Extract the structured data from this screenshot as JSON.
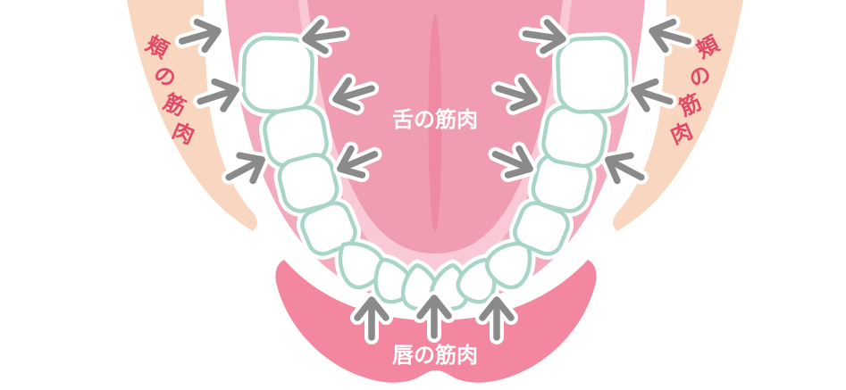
{
  "diagram": {
    "type": "oral-muscle-pressure-illustration",
    "labels": {
      "cheek_left": {
        "text": "頬の筋肉",
        "chars": [
          "頬",
          "の",
          "筋",
          "肉"
        ]
      },
      "cheek_right": {
        "text": "頬の筋肉",
        "chars": [
          "頬",
          "の",
          "筋",
          "肉"
        ]
      },
      "tongue": {
        "text": "舌の筋肉"
      },
      "lip": {
        "text": "唇の筋肉"
      }
    },
    "teeth_count": 14,
    "arrows": {
      "cheek_arrows_per_side": 3,
      "tongue_arrows_per_side": 3,
      "lip_arrows": 3,
      "glyph": "open-chevron-arrow"
    },
    "colors": {
      "background": "#ffffff",
      "cheek": "#f8d6bf",
      "gum": "#f4abbd",
      "mouth_floor": "#f9cad5",
      "tongue": "#f19db1",
      "tongue_midline": "#ee8ba2",
      "lip": "#f2879f",
      "tooth_fill": "#ffffff",
      "tooth_outline": "#a9d6c4",
      "arrow": "#8a8a8a",
      "cheek_label_text": "#e04a68",
      "inner_label_text": "#ffffff"
    }
  }
}
